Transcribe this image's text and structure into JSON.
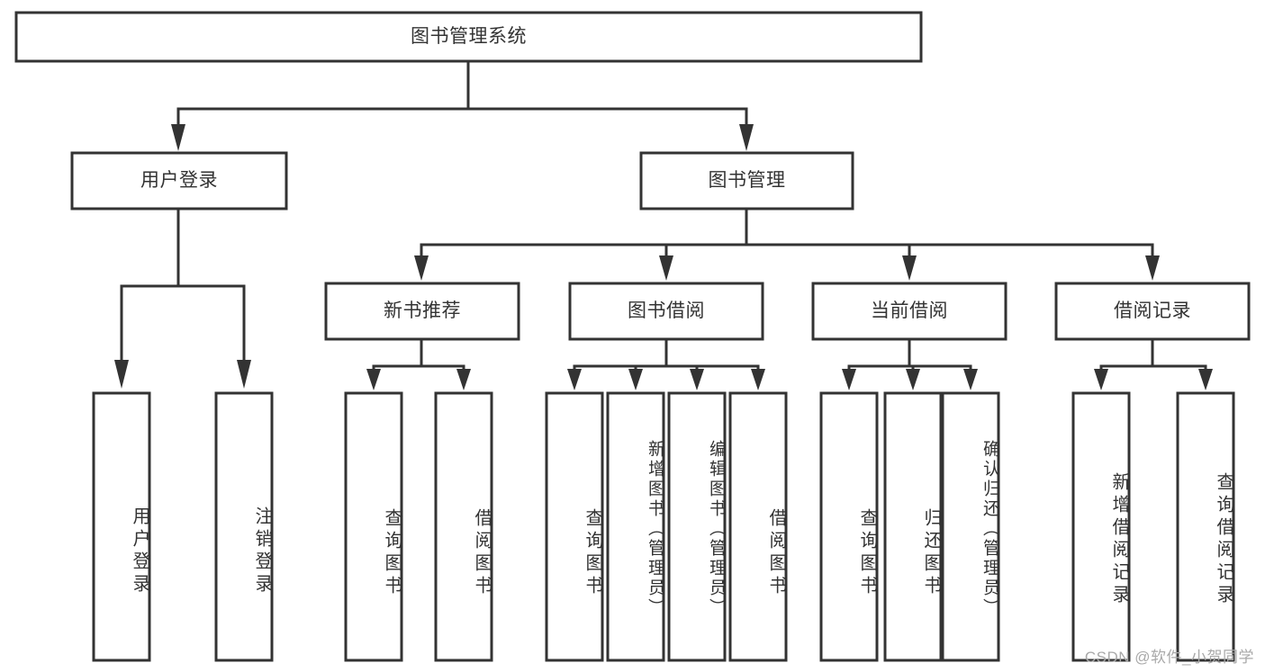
{
  "diagram": {
    "type": "tree-hierarchy",
    "title": "图书管理系统",
    "orientation": "top-down",
    "colors": {
      "stroke": "#333333",
      "fill": "#ffffff",
      "text": "#333333",
      "watermark": "#a9a9a9",
      "background": "#ffffff"
    },
    "root": {
      "label": "图书管理系统"
    },
    "level2": [
      {
        "label": "用户登录"
      },
      {
        "label": "图书管理"
      }
    ],
    "level3": [
      {
        "label": "新书推荐"
      },
      {
        "label": "图书借阅"
      },
      {
        "label": "当前借阅"
      },
      {
        "label": "借阅记录"
      }
    ],
    "leaves": {
      "user_login": [
        {
          "label": "用户登录"
        },
        {
          "label": "注销登录"
        }
      ],
      "new_book_recommend": [
        {
          "label": "查询图书"
        },
        {
          "label": "借阅图书"
        }
      ],
      "book_borrow": [
        {
          "label": "查询图书"
        },
        {
          "label": "新增图书（管理员）"
        },
        {
          "label": "编辑图书（管理员）"
        },
        {
          "label": "借阅图书"
        }
      ],
      "current_borrow": [
        {
          "label": "查询图书"
        },
        {
          "label": "归还图书"
        },
        {
          "label": "确认归还（管理员）"
        }
      ],
      "borrow_record": [
        {
          "label": "新增借阅记录"
        },
        {
          "label": "查询借阅记录"
        }
      ]
    }
  },
  "watermark": {
    "text": "CSDN @软件_小贺同学"
  }
}
